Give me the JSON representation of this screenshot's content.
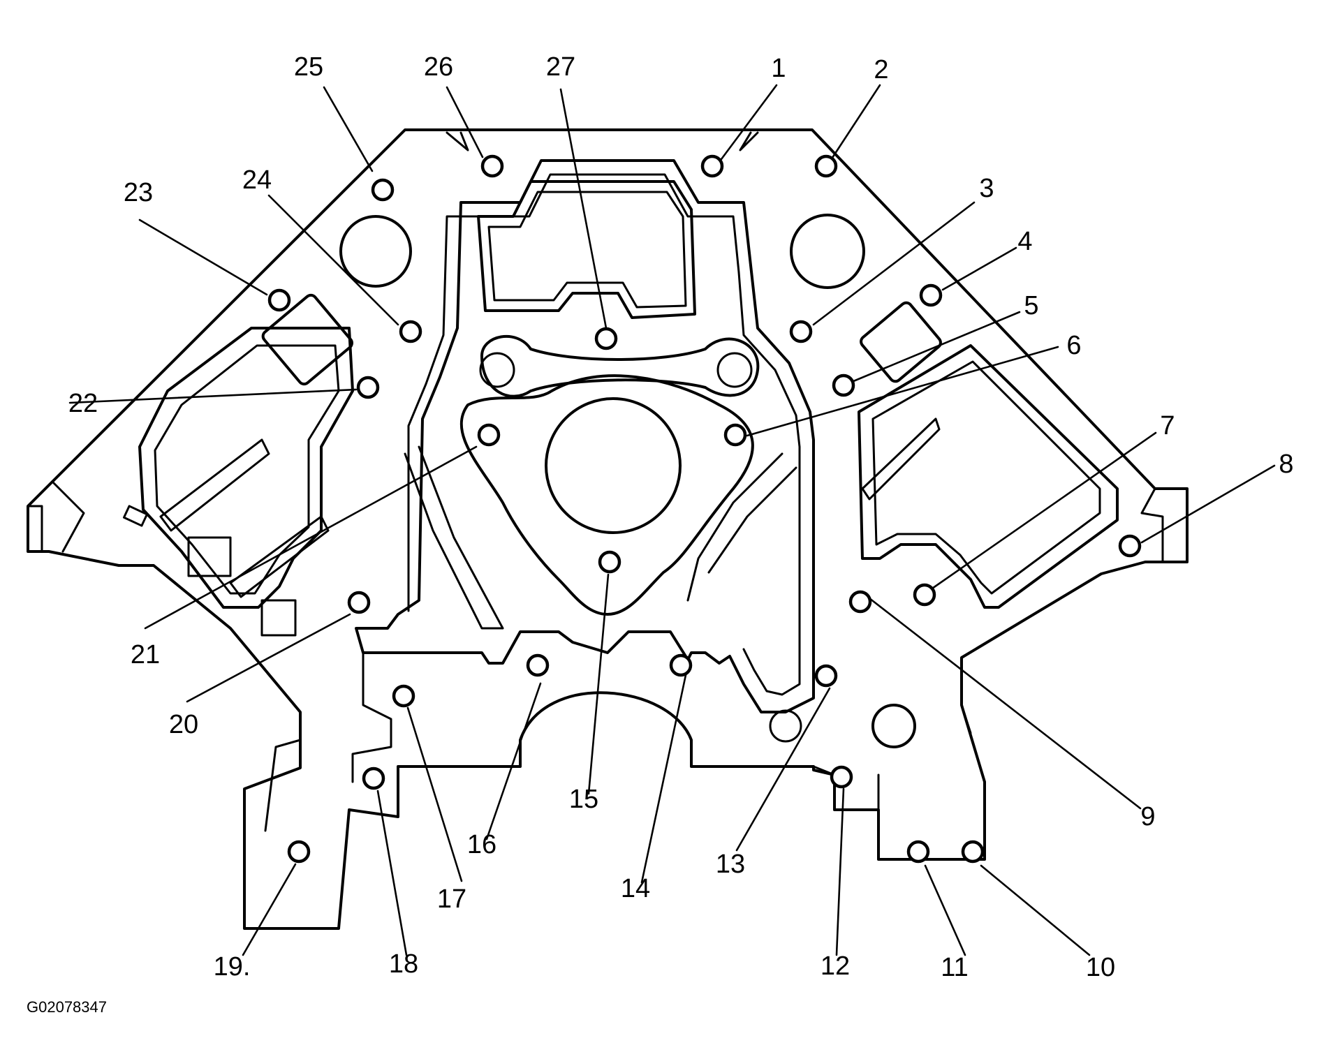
{
  "figure_id": "G02078347",
  "callouts": [
    {
      "label": "1"
    },
    {
      "label": "2"
    },
    {
      "label": "3"
    },
    {
      "label": "4"
    },
    {
      "label": "5"
    },
    {
      "label": "6"
    },
    {
      "label": "7"
    },
    {
      "label": "8"
    },
    {
      "label": "9"
    },
    {
      "label": "10"
    },
    {
      "label": "11"
    },
    {
      "label": "12"
    },
    {
      "label": "13"
    },
    {
      "label": "14"
    },
    {
      "label": "15"
    },
    {
      "label": "16"
    },
    {
      "label": "17"
    },
    {
      "label": "18"
    },
    {
      "label": "19."
    },
    {
      "label": "20"
    },
    {
      "label": "21"
    },
    {
      "label": "22"
    },
    {
      "label": "23"
    },
    {
      "label": "24"
    },
    {
      "label": "25"
    },
    {
      "label": "26"
    },
    {
      "label": "27"
    }
  ]
}
